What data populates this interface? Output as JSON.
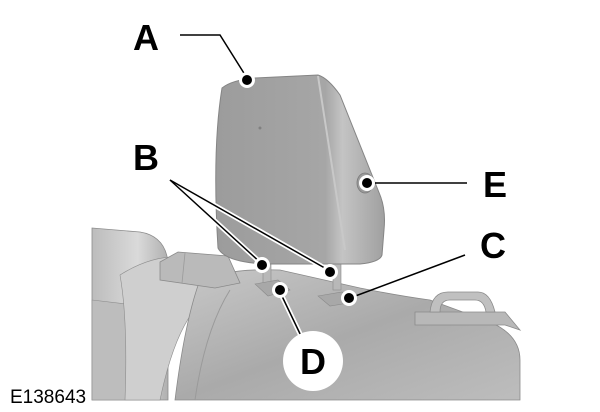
{
  "figure": {
    "id": "E138643",
    "subject": "rear seat head restraint",
    "background_color": "#ffffff",
    "part_color": "#a9a9a9",
    "seat_color": "#b5b5b5"
  },
  "callouts": [
    {
      "letter": "A",
      "target": "headrest top"
    },
    {
      "letter": "B",
      "target": "headrest support posts"
    },
    {
      "letter": "C",
      "target": "right guide sleeve button"
    },
    {
      "letter": "D",
      "target": "left guide sleeve button"
    },
    {
      "letter": "E",
      "target": "headrest side button"
    }
  ]
}
